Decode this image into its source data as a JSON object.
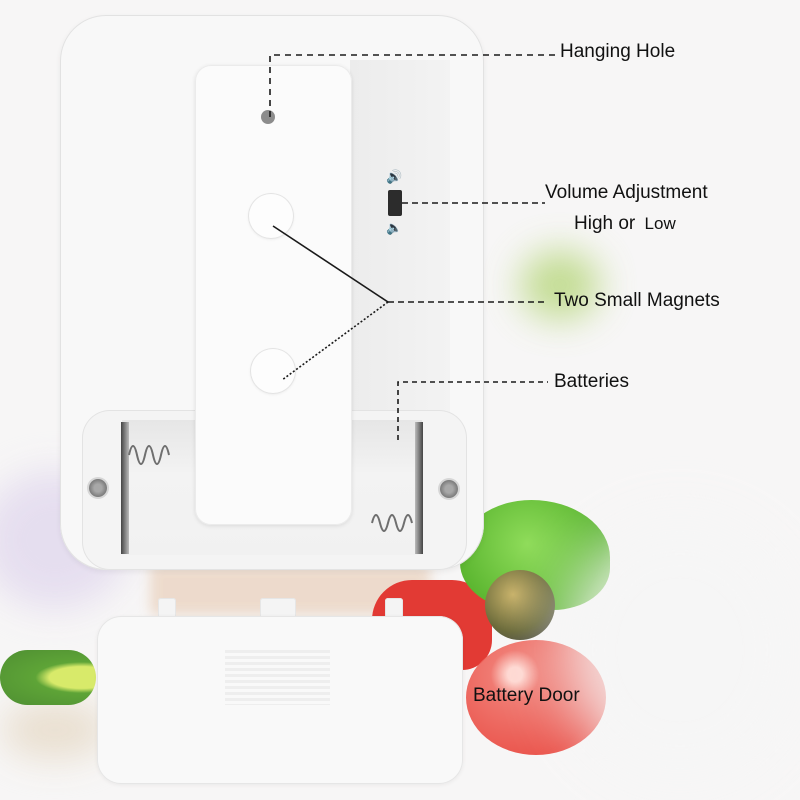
{
  "callouts": {
    "hanging_hole": "Hanging Hole",
    "volume_line1": "Volume Adjustment",
    "volume_line2_a": "High or",
    "volume_line2_b": "Low",
    "magnets": "Two Small Magnets",
    "batteries": "Batteries",
    "battery_door": "Battery Door"
  },
  "icons": {
    "volume_high": "🔊",
    "volume_low": "🔈"
  },
  "colors": {
    "device_body": "#f8f8f8",
    "label_text": "#111111",
    "leader_line": "#1a1a1a",
    "hanging_hole": "#8c8c8c",
    "switch": "#2c2c2c",
    "lettuce": "#6cc43a",
    "tomato": "#e8423a",
    "cucumber": "#7fb33a"
  }
}
